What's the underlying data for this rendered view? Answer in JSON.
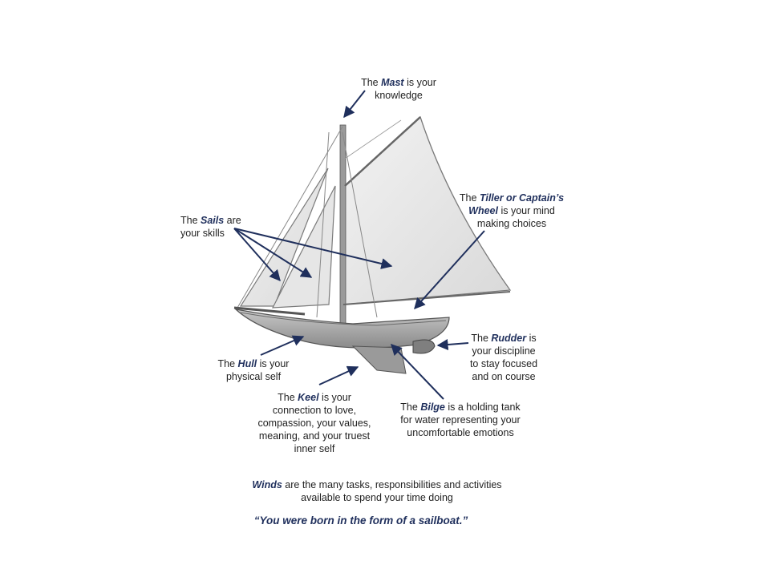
{
  "labels": {
    "mast": {
      "pre": "The ",
      "key": "Mast",
      "post": "  is your",
      "line2": "knowledge"
    },
    "tiller": {
      "pre": "The ",
      "key1": "Tiller or Captain’s",
      "key2": "Wheel",
      "post": " is your mind",
      "line3": "making choices"
    },
    "sails": {
      "pre": "The ",
      "key": "Sails",
      "post": " are",
      "line2": "your skills"
    },
    "rudder": {
      "pre": "The ",
      "key": "Rudder",
      "post": " is",
      "line2": "your discipline",
      "line3": "to stay focused",
      "line4": "and on course"
    },
    "hull": {
      "pre": "The ",
      "key": "Hull",
      "post": " is your",
      "line2": "physical self"
    },
    "keel": {
      "pre": "The ",
      "key": "Keel",
      "post": " is your",
      "line2": "connection to love,",
      "line3": "compassion, your values,",
      "line4": "meaning, and your truest",
      "line5": "inner self"
    },
    "bilge": {
      "pre": "The ",
      "key": "Bilge",
      "post": " is a holding tank",
      "line2": "for water representing your",
      "line3": "uncomfortable emotions"
    },
    "winds": {
      "key": "Winds",
      "post": " are the many tasks, responsibilities and activities",
      "line2": "available to spend your time doing"
    }
  },
  "quote": "“You were born in the form of a sailboat.”",
  "colors": {
    "accent": "#1f2f5c",
    "text": "#222222"
  }
}
